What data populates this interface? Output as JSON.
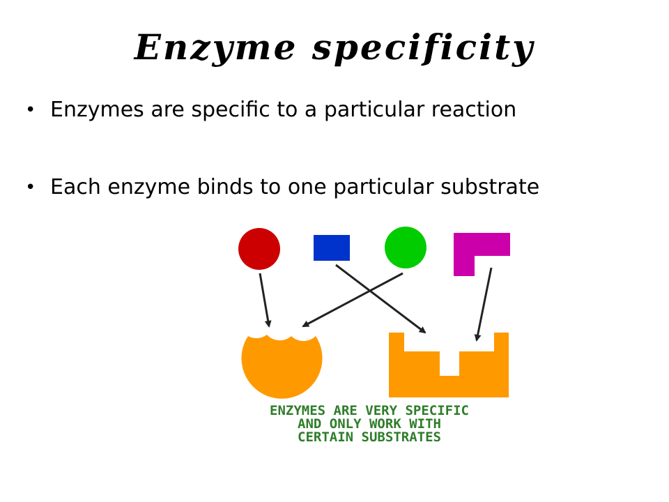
{
  "slide": {
    "title": "Enzyme specificity",
    "bullets": [
      "Enzymes are specific to a particular reaction",
      "Each enzyme binds to one particular substrate"
    ],
    "bullet_glyph": "•"
  },
  "diagram": {
    "substrates": [
      {
        "shape": "circle",
        "color": "#cc0000"
      },
      {
        "shape": "rectangle",
        "color": "#0033cc"
      },
      {
        "shape": "circle",
        "color": "#00cc00"
      },
      {
        "shape": "L-shape",
        "color": "#cc00aa"
      }
    ],
    "enzymes": [
      {
        "shape": "circle-with-notches",
        "color": "#ff9900"
      },
      {
        "shape": "comb",
        "color": "#ff9900"
      }
    ],
    "arrow_color": "#222222",
    "caption_lines": [
      "ENZYMES ARE VERY SPECIFIC",
      "AND ONLY WORK WITH",
      "CERTAIN SUBSTRATES"
    ],
    "caption_color": "#2f7d2a"
  }
}
